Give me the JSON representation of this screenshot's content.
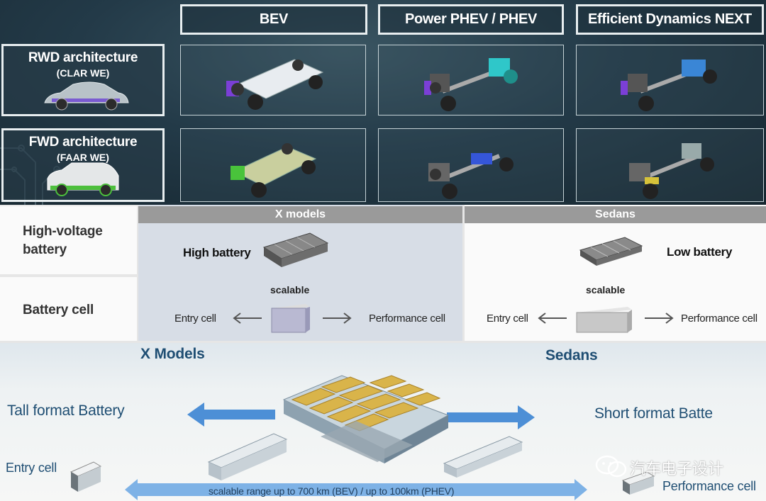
{
  "top_matrix": {
    "columns": [
      "BEV",
      "Power PHEV / PHEV",
      "Efficient Dynamics NEXT"
    ],
    "rows": [
      {
        "title": "RWD architecture",
        "subtitle": "(CLAR WE)"
      },
      {
        "title": "FWD architecture",
        "subtitle": "(FAAR WE)"
      }
    ]
  },
  "battery_section": {
    "row_labels": {
      "hv_line1": "High-voltage",
      "hv_line2": "battery",
      "cell": "Battery cell"
    },
    "x_models": {
      "header": "X models",
      "battery_label": "High battery",
      "scalable": "scalable",
      "entry": "Entry cell",
      "performance": "Performance cell"
    },
    "sedans": {
      "header": "Sedans",
      "battery_label": "Low battery",
      "scalable": "scalable",
      "entry": "Entry cell",
      "performance": "Performance cell"
    }
  },
  "bottom_slide": {
    "x_models": "X Models",
    "sedans": "Sedans",
    "tall_format": "Tall format Battery",
    "short_format": "Short format Batte",
    "entry_cell": "Entry cell",
    "performance_cell": "Performance cell",
    "range_text": "scalable range up to 700 km (BEV) / up to 100km (PHEV)",
    "watermark": "汽车电子设计"
  },
  "colors": {
    "dark_bg": "#1d313c",
    "x_panel": "#d7dde6",
    "header_gray": "#9a9a9a",
    "slide_blue": "#1f4e73",
    "arrow_blue": "#4d8fd6",
    "cell_yellow": "#d9b44a"
  }
}
